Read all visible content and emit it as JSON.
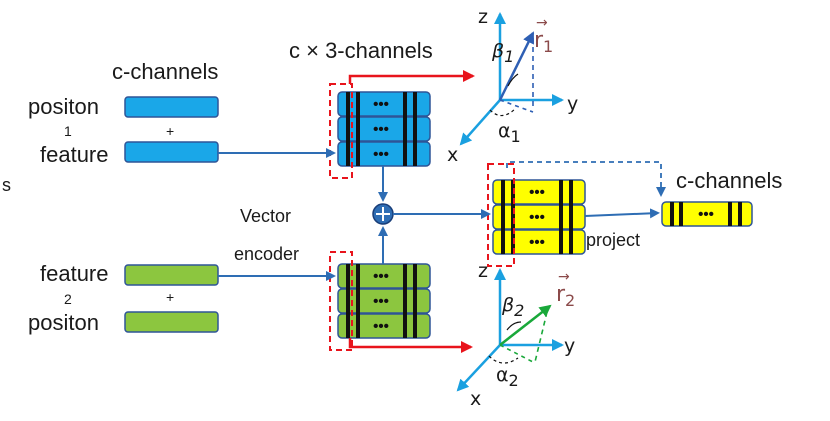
{
  "labels": {
    "c_channels_top": "c-channels",
    "c_times_3": "c × 3-channels",
    "positon_top": "positon",
    "index_1": "1",
    "plus_top": "+",
    "feature_top": "feature",
    "vector": "Vector",
    "encoder": "encoder",
    "feature_bottom": "feature",
    "index_2": "2",
    "plus_bottom": "+",
    "positon_bottom": "positon",
    "c_channels_right": "c-channels",
    "project": "project",
    "stray_s": "s"
  },
  "axes_top": {
    "z": "z",
    "y": "y",
    "x": "x",
    "beta": "β",
    "beta_sub": "1",
    "vec": "r",
    "vec_sub": "1",
    "alpha": "α",
    "alpha_sub": "1"
  },
  "axes_bottom": {
    "z": "z",
    "y": "y",
    "x": "x",
    "beta": "β",
    "beta_sub": "2",
    "vec": "r",
    "vec_sub": "2",
    "alpha": "α",
    "alpha_sub": "2"
  },
  "colors": {
    "blue_block": "#1aa7e8",
    "green_block": "#8cc63f",
    "yellow_block": "#ffff00",
    "block_outline": "#2e5597",
    "arrow_blue": "#2e6db4",
    "arrow_red": "#e8141c",
    "axis_cyan": "#1aa0e0",
    "vector_top": "#2e5fb4",
    "vector_bottom": "#19a83a",
    "vector_label": "#8b4a4a"
  },
  "dots_text": "•••"
}
